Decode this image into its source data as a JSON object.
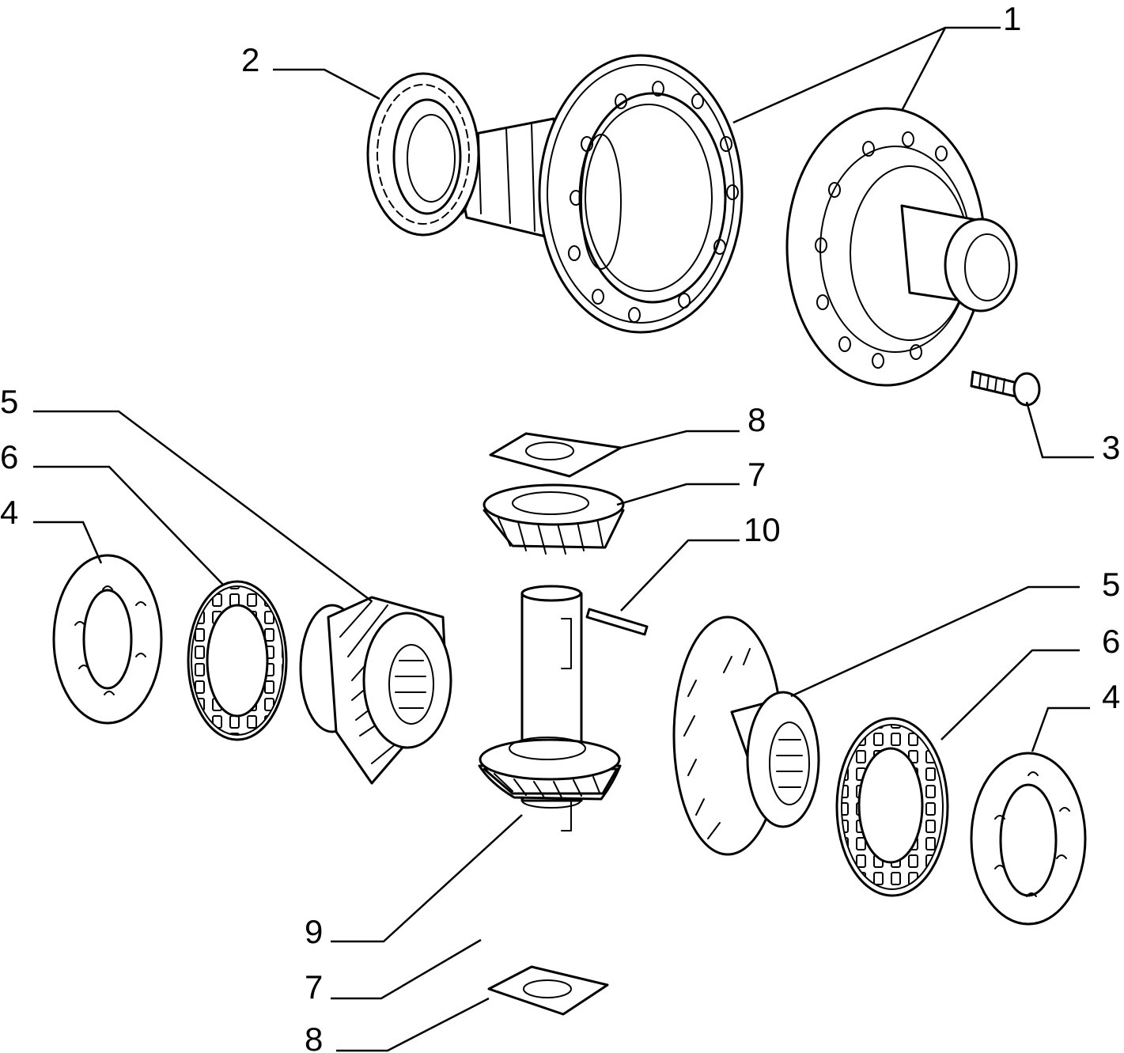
{
  "diagram": {
    "callouts": [
      {
        "id": "1",
        "label": "1"
      },
      {
        "id": "2",
        "label": "2"
      },
      {
        "id": "3",
        "label": "3"
      },
      {
        "id": "4-left",
        "label": "4"
      },
      {
        "id": "5-left",
        "label": "5"
      },
      {
        "id": "6-left",
        "label": "6"
      },
      {
        "id": "8-top",
        "label": "8"
      },
      {
        "id": "7-top",
        "label": "7"
      },
      {
        "id": "10",
        "label": "10"
      },
      {
        "id": "5-right",
        "label": "5"
      },
      {
        "id": "6-right",
        "label": "6"
      },
      {
        "id": "4-right",
        "label": "4"
      },
      {
        "id": "9",
        "label": "9"
      },
      {
        "id": "7-bottom",
        "label": "7"
      },
      {
        "id": "8-bottom",
        "label": "8"
      }
    ]
  }
}
